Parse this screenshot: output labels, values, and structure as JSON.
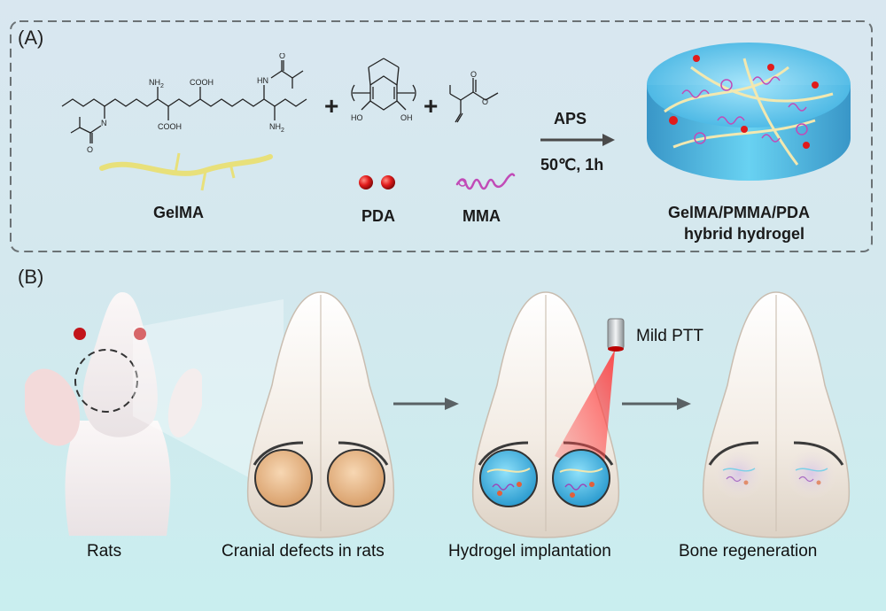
{
  "panels": {
    "a_label": "(A)",
    "b_label": "(B)"
  },
  "synthesis": {
    "gelma_label": "GelMA",
    "pda_label": "PDA",
    "mma_label": "MMA",
    "initiator": "APS",
    "conditions": "50℃, 1h",
    "product_line1": "GelMA/PMMA/PDA",
    "product_line2": "hybrid hydrogel",
    "plus_symbol": "+",
    "chem": {
      "nh2": "NH",
      "nh2_sub": "2",
      "cooh": "COOH",
      "n": "N",
      "o": "O",
      "hn": "HN",
      "ho": "HO",
      "oh": "OH"
    }
  },
  "procedure": {
    "rats_label": "Rats",
    "defect_label": "Cranial defects in rats",
    "implant_label": "Hydrogel implantation",
    "regen_label": "Bone regeneration",
    "ptt_label": "Mild PTT"
  },
  "colors": {
    "background_top": "#d9e7f0",
    "background_bottom": "#c9eeef",
    "gelma_fiber": "#ece58a",
    "pda_particle": "#e11b1b",
    "mma_chain": "#c14bb7",
    "hydrogel": "#4fb9e6",
    "laser": "#e23a3a",
    "skull": "#efe7dd"
  }
}
